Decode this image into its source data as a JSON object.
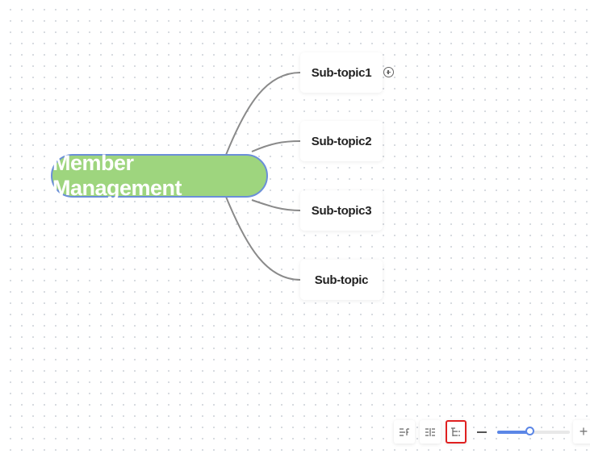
{
  "mindmap": {
    "root": {
      "label": "Member Management",
      "fill_color": "#9ed57e",
      "border_color": "#6b8fd8"
    },
    "subtopics": [
      {
        "label": "Sub-topic1"
      },
      {
        "label": "Sub-topic2"
      },
      {
        "label": "Sub-topic3"
      },
      {
        "label": "Sub-topic"
      }
    ],
    "edge_color": "#8a8a8a"
  },
  "toolbar": {
    "layout_buttons": [
      {
        "icon": "layout-right-icon",
        "selected": false
      },
      {
        "icon": "layout-both-sides-icon",
        "selected": false
      },
      {
        "icon": "layout-tree-icon",
        "selected": true
      }
    ],
    "zoom_out_icon": "minus-icon",
    "zoom_in_icon": "plus-icon",
    "zoom_in_label": "+",
    "zoom_level_fraction": 0.45,
    "accent_color": "#5b86e6",
    "selected_outline_color": "#e02020"
  }
}
